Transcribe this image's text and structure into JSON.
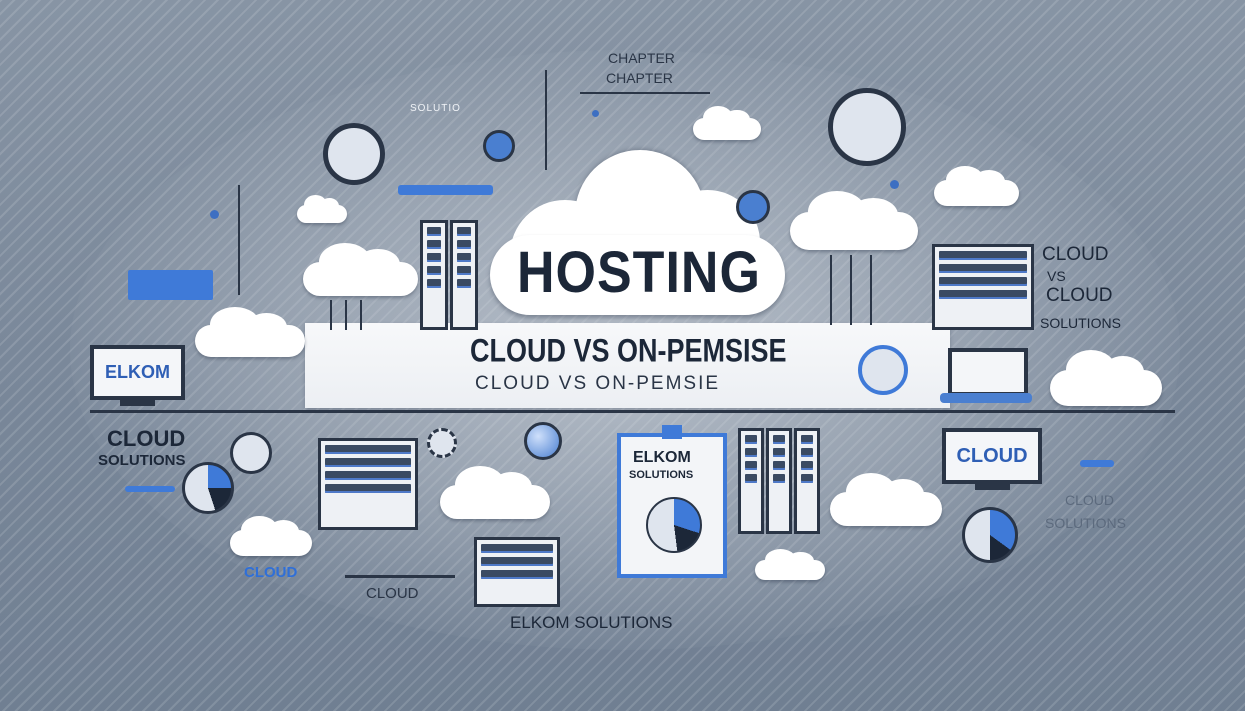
{
  "main": {
    "title": "HOSTING",
    "subtitle": "CLOUD VS ON-PEMSISE",
    "subtitle_echo": "CLOUD VS ON-PEMSIE"
  },
  "labels": {
    "chapter_1": "CHAPTER",
    "chapter_2": "CHAPTER",
    "solutio": "SOLUTIO",
    "elkom_monitor": "ELKOM",
    "cloud_solutions_left": "CLOUD",
    "cloud_solutions_left_2": "SOLUTIONS",
    "cloud_vs_1": "CLOUD",
    "cloud_vs_2": "VS",
    "cloud_vs_3": "CLOUD",
    "cloud_vs_4": "SOLUTIONS",
    "cloud_blue": "CLOUD",
    "cloud_grey": "CLOUD",
    "elkom_doc_1": "ELKOM",
    "elkom_doc_2": "SOLUTIONS",
    "cloud_monitor_right": "CLOUD",
    "cloud_faded_right": "CLOUD",
    "solutions_faded_right": "SOLUTIONS",
    "footer": "ELKOM SOLUTIONS"
  },
  "icons": {
    "cloud": "cloud-icon",
    "server": "server-rack-icon",
    "monitor": "monitor-icon",
    "gear": "gear-icon",
    "pie": "pie-chart-icon",
    "document": "document-icon",
    "truck": "van-icon"
  },
  "colors": {
    "accent_blue": "#3f7ad8",
    "dark_navy": "#1f2a3a",
    "cloud_white": "#ffffff",
    "background_grey": "#7a889a"
  }
}
